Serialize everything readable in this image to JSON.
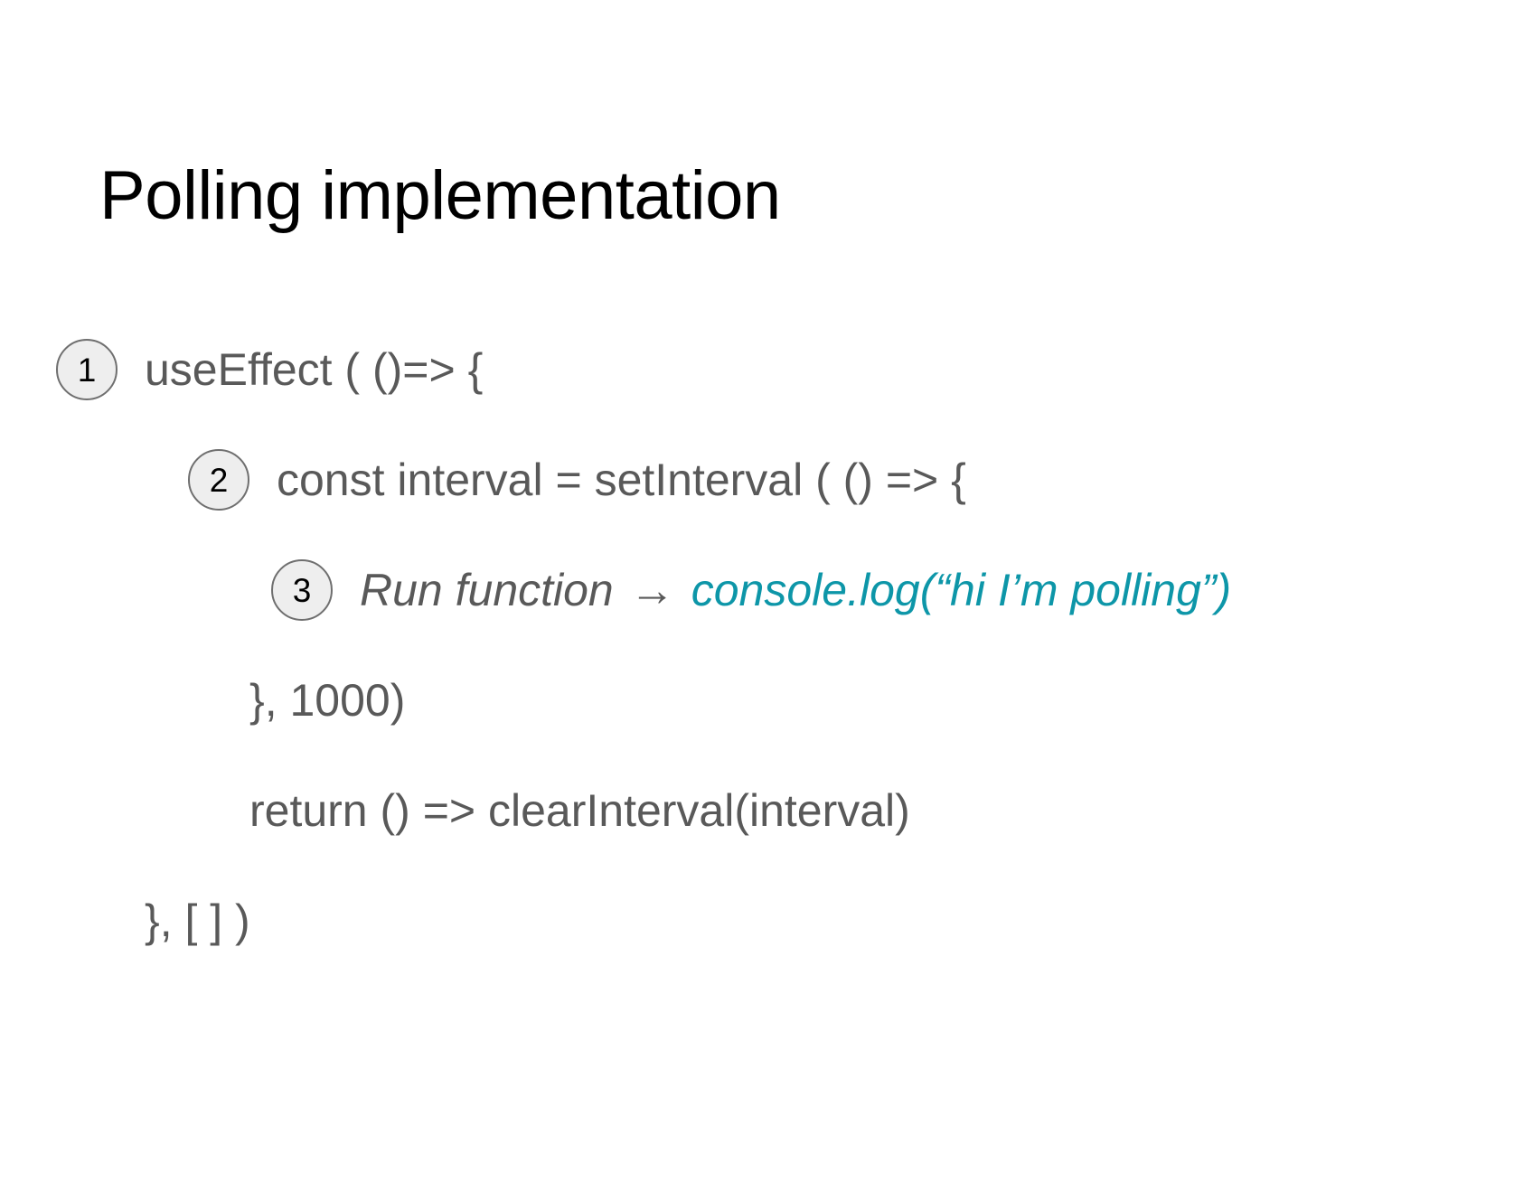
{
  "slide": {
    "title": "Polling implementation",
    "background_color": "#ffffff",
    "title_color": "#000000",
    "code_color": "#595959",
    "accent_color": "#0d96a8",
    "badge_fill": "#eeeeee",
    "badge_border": "#6f6f6f"
  },
  "code": {
    "lines": [
      {
        "badge": "1",
        "text": "useEffect ( ()=> {"
      },
      {
        "badge": "2",
        "text": "const interval = setInterval ( () => {"
      },
      {
        "badge": "3",
        "label": "Run function",
        "arrow": "→",
        "highlight": "console.log(“hi I’m polling”)"
      },
      {
        "badge": null,
        "text": "}, 1000)"
      },
      {
        "badge": null,
        "text": "return () => clearInterval(interval)"
      },
      {
        "badge": null,
        "text": "}, [ ] )"
      }
    ]
  }
}
